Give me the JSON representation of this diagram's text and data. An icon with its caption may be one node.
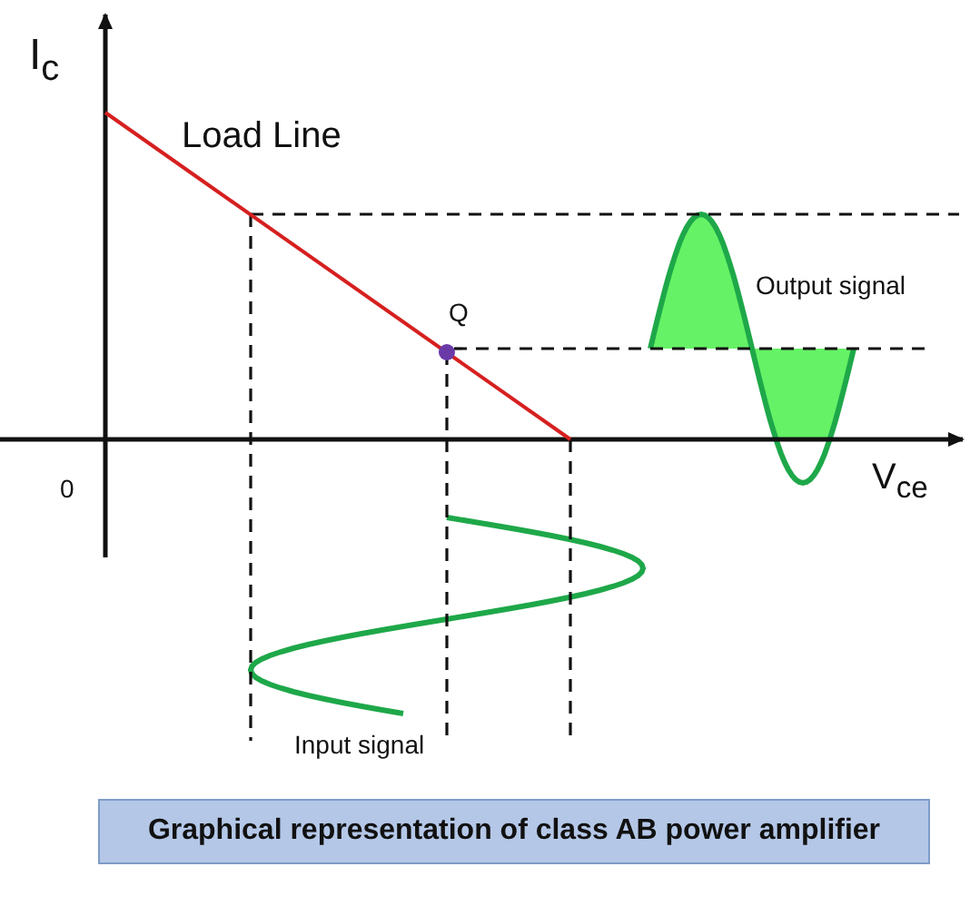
{
  "diagram": {
    "caption": "Graphical representation of class AB power amplifier",
    "labels": [
      "I$_{c}$",
      "Load Line",
      "Q",
      "Output signal",
      "0",
      "V$_{ce}$",
      "Input signal"
    ]
  }
}
